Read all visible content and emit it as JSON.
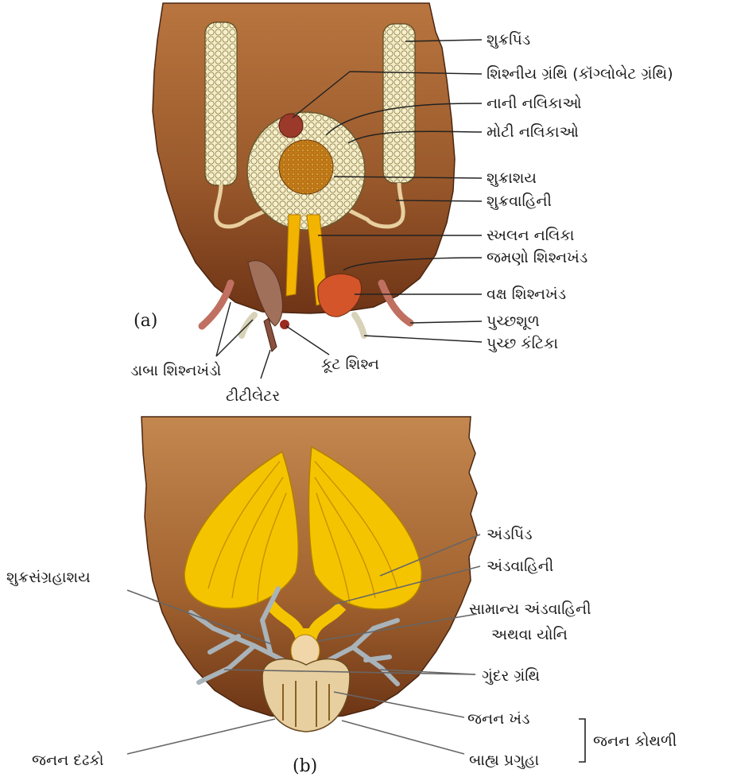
{
  "panel_a": {
    "tag": "(a)",
    "labels": {
      "testis": "શુક્રપિંડ",
      "phallic_gland": "શિશ્નીય ગ્રંથિ (કૉંગ્લોબેટ ગ્રંથિ)",
      "small_tubules": "નાની નલિકાઓ",
      "large_tubules": "મોટી નલિકાઓ",
      "seminal_vesicle": "શુક્રાશય",
      "vas_deferens": "શુક્રવાહિની",
      "ejaculatory_duct": "સ્ખલન નલિકા",
      "right_phallomere": "જમણો શિશ્નખંડ",
      "ventral_phallomere": "વક્ષ શિશ્નખંડ",
      "anal_cercus": "પુચ્છશૂળ",
      "anal_style": "પુચ્છ કંટિકા",
      "pseudopenis": "કૂટ શિશ્ન",
      "left_phallomeres": "ડાબા શિશ્નખંડો",
      "titillator": "ટીટીલેટર"
    }
  },
  "panel_b": {
    "tag": "(b)",
    "labels": {
      "ovary": "અંડપિંડ",
      "oviduct": "અંડવાહિની",
      "common_oviduct_1": "સામાન્ય અંડવાહિની",
      "common_oviduct_2": "અથવા યોનિ",
      "spermatheca": "શુક્રસંગ્રહાશય",
      "colleterial_glands": "ગુંદર ગ્રંથિ",
      "genital_chamber": "જનન ખંડ",
      "vestibulum": "બાહ્ય પ્રગુહા",
      "genital_pouch": "જનન કોથળી",
      "gonapophyses": "જનન દઢકો"
    }
  },
  "colors": {
    "body_dark": "#7a3e1c",
    "body_light": "#c98a52",
    "testis_fill": "#f3ecc4",
    "gland_fill": "#c87a1a",
    "duct_yellow": "#f2b400",
    "ovary_yellow": "#f5c400",
    "gland_grey": "#a9b3ba"
  }
}
